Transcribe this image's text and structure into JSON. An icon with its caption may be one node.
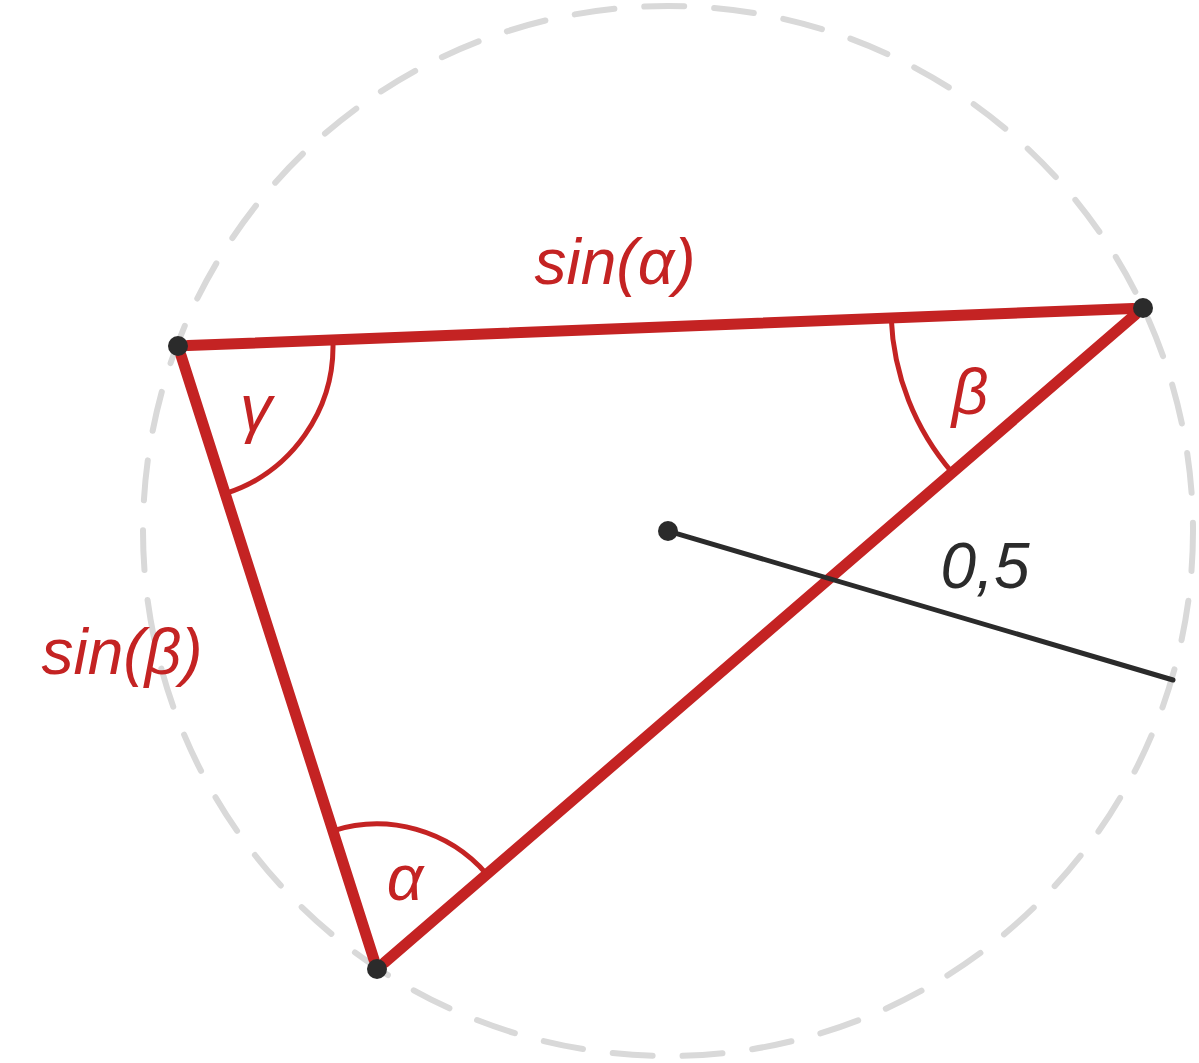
{
  "diagram": {
    "nodes": [
      {
        "text": [],
        "shape": "circle"
      },
      {
        "text": [],
        "shape": "circle"
      },
      {
        "text": [],
        "shape": "circle"
      },
      {
        "text": [],
        "shape": "circle"
      }
    ],
    "edges": [
      {
        "from": 0,
        "to": 1,
        "arrow": "none",
        "label": "sin(α)"
      },
      {
        "from": 1,
        "to": 2,
        "arrow": "none"
      },
      {
        "from": 2,
        "to": 0,
        "arrow": "none",
        "label": "sin(β)"
      },
      {
        "from": 3,
        "to": null,
        "arrow": "none",
        "color": "#2b2b2b",
        "label": "0,5"
      }
    ],
    "labels": [
      "γ",
      "β",
      "α"
    ]
  }
}
